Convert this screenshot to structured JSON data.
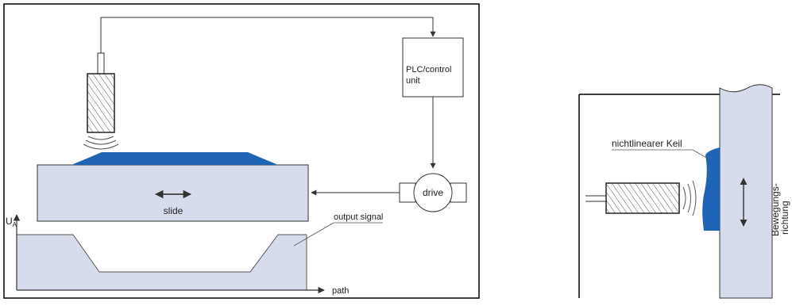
{
  "left_diagram": {
    "plc_label_line1": "PLC/control",
    "plc_label_line2": "unit",
    "drive_label": "drive",
    "slide_label": "slide",
    "axis_label_main": "U",
    "axis_label_sub": "A",
    "output_signal_label": "output signal",
    "path_label": "path"
  },
  "right_diagram": {
    "wedge_label": "nichtlinearer Keil",
    "direction_label_line1": "Bewegungs-",
    "direction_label_line2": "richtung"
  },
  "colors": {
    "panel_fill": "#d6dcec",
    "wedge_blue": "#1e63b4",
    "line": "#333333"
  }
}
